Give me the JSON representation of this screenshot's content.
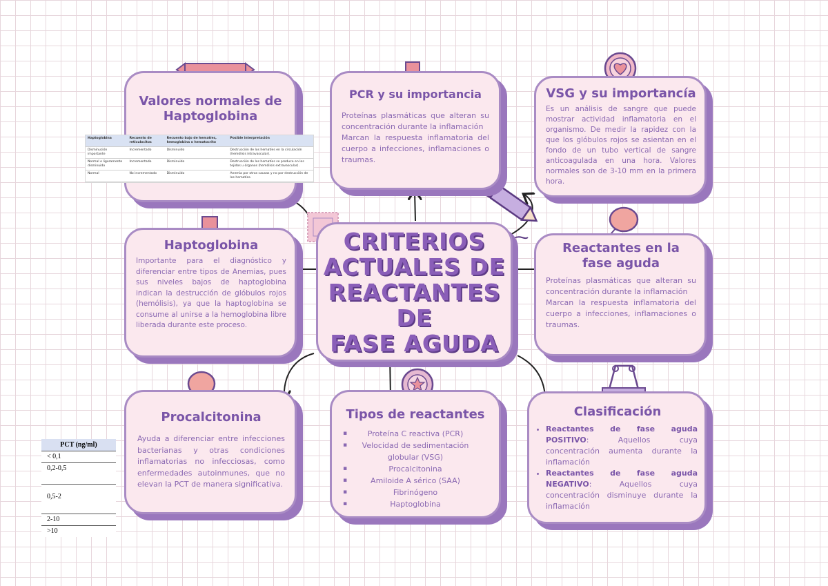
{
  "center": {
    "title_lines": [
      "CRITERIOS",
      "ACTUALES DE",
      "REACTANTES DE",
      "FASE AGUDA"
    ]
  },
  "valores": {
    "title": "Valores normales de Haptoglobina",
    "table": {
      "headers": [
        "Haptoglobina",
        "Recuento de reticulocitos",
        "Recuento bajo de hematíes, hemoglobina o hematocrito",
        "Posible interpretación"
      ],
      "rows": [
        [
          "Disminución importante",
          "Incrementado",
          "Disminuido",
          "Destrucción de los hematíes en la circulación (hemólisis intravascular)."
        ],
        [
          "Normal o ligeramente disminuido",
          "Incrementado",
          "Disminuido",
          "Destrucción de los hematíes se produce en los tejidos u órganos (hemólisis extravascular)."
        ],
        [
          "Normal",
          "No incrementado",
          "Disminuido",
          "Anemia por otras causas y no por destrucción de los hematíes."
        ]
      ]
    }
  },
  "pcr": {
    "title": "PCR y su importancia",
    "text1": "Proteínas plasmáticas que alteran su concentración durante la inflamación",
    "text2": "Marcan la respuesta inflamatoria del cuerpo a infecciones, inflamaciones o traumas."
  },
  "vsg": {
    "title": "VSG y su importancía",
    "text": "Es un análisis de sangre que puede mostrar actividad inflamatoria en el organismo. De medir la rapidez con la que los glóbulos rojos se asientan en el fondo de un tubo vertical de sangre anticoagulada en una hora. Valores normales son de 3-10 mm en la primera hora."
  },
  "haptoglobina": {
    "title": "Haptoglobina",
    "text": "Importante para el diagnóstico y diferenciar entre tipos de Anemias, pues sus niveles bajos de haptoglobina indican la destrucción de glóbulos rojos (hemólisis), ya que la haptoglobina se consume al unirse a la hemoglobina libre liberada durante este proceso."
  },
  "reactantes": {
    "title": "Reactantes en la fase aguda",
    "text1": "Proteínas plasmáticas que alteran su concentración durante la inflamación",
    "text2": "Marcan la respuesta inflamatoria del cuerpo a infecciones, inflamaciones o traumas."
  },
  "procalcitonina": {
    "title": "Procalcitonina",
    "text": "Ayuda a diferenciar entre infecciones bacterianas y otras condiciones inflamatorias no infecciosas, como enfermedades autoinmunes, que no elevan la PCT de manera significativa."
  },
  "tipos": {
    "title": "Tipos de reactantes",
    "items": [
      "Proteína C reactiva (PCR)",
      "Velocidad de sedimentación globular (VSG)",
      "Procalcitonina",
      "Amiloide A sérico (SAA)",
      "Fibrinógeno",
      "Haptoglobina"
    ]
  },
  "clasificacion": {
    "title": "Clasificación",
    "items": [
      {
        "bold": "Reactantes de fase aguda POSITIVO",
        "text": ": Aquellos cuya concentración aumenta durante la inflamación"
      },
      {
        "bold": "Reactantes de fase aguda NEGATIVO",
        "text": ": Aquellos cuya concentración disminuye durante la inflamación"
      }
    ]
  },
  "pct_table": {
    "header": "PCT (ng/ml)",
    "rows": [
      "< 0,1",
      "0,2-0,5",
      "0,5-2",
      "2-10",
      ">10"
    ]
  },
  "colors": {
    "card_bg": "#fbe8ee",
    "card_border": "#a98bc4",
    "card_shadow": "#9a77bd",
    "title": "#7a55a8",
    "accent_pink": "#e9919b"
  }
}
